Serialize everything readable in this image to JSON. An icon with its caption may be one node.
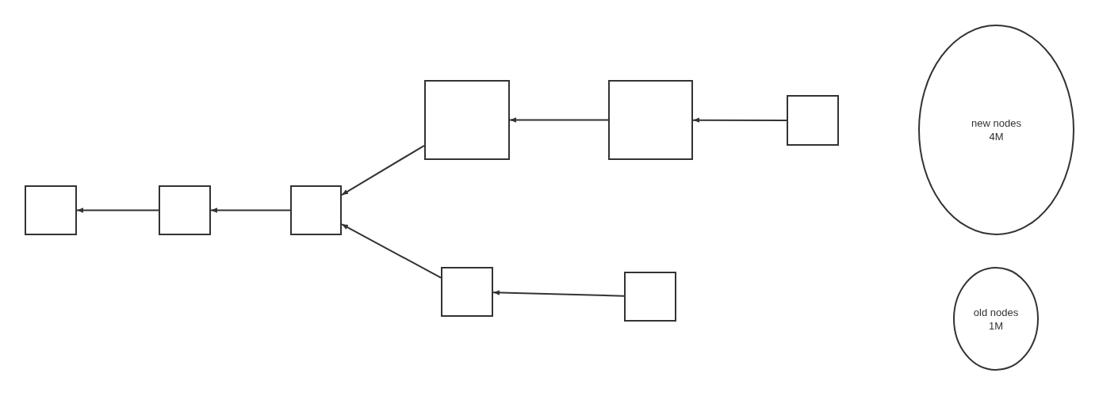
{
  "diagram": {
    "nodes": [
      {
        "text": [],
        "shape": "box"
      },
      {
        "text": [],
        "shape": "box"
      },
      {
        "text": [],
        "shape": "box"
      },
      {
        "text": [],
        "shape": "box"
      },
      {
        "text": [],
        "shape": "box"
      },
      {
        "text": [],
        "shape": "box"
      },
      {
        "text": [],
        "shape": "box"
      },
      {
        "text": [],
        "shape": "box"
      },
      {
        "text": [
          "new nodes 4M"
        ]
      },
      {
        "text": [
          "old nodes 1M"
        ]
      }
    ],
    "edges": [
      {
        "from": 5,
        "to": 4,
        "arrow": "to"
      },
      {
        "from": 4,
        "to": 3,
        "arrow": "to"
      },
      {
        "from": 3,
        "to": 2,
        "arrow": "to"
      },
      {
        "from": 2,
        "to": 1,
        "arrow": "to"
      },
      {
        "from": 1,
        "to": 0,
        "arrow": "to"
      },
      {
        "from": 6,
        "to": 2,
        "arrow": "to"
      },
      {
        "from": 7,
        "to": 6,
        "arrow": "to"
      }
    ]
  }
}
